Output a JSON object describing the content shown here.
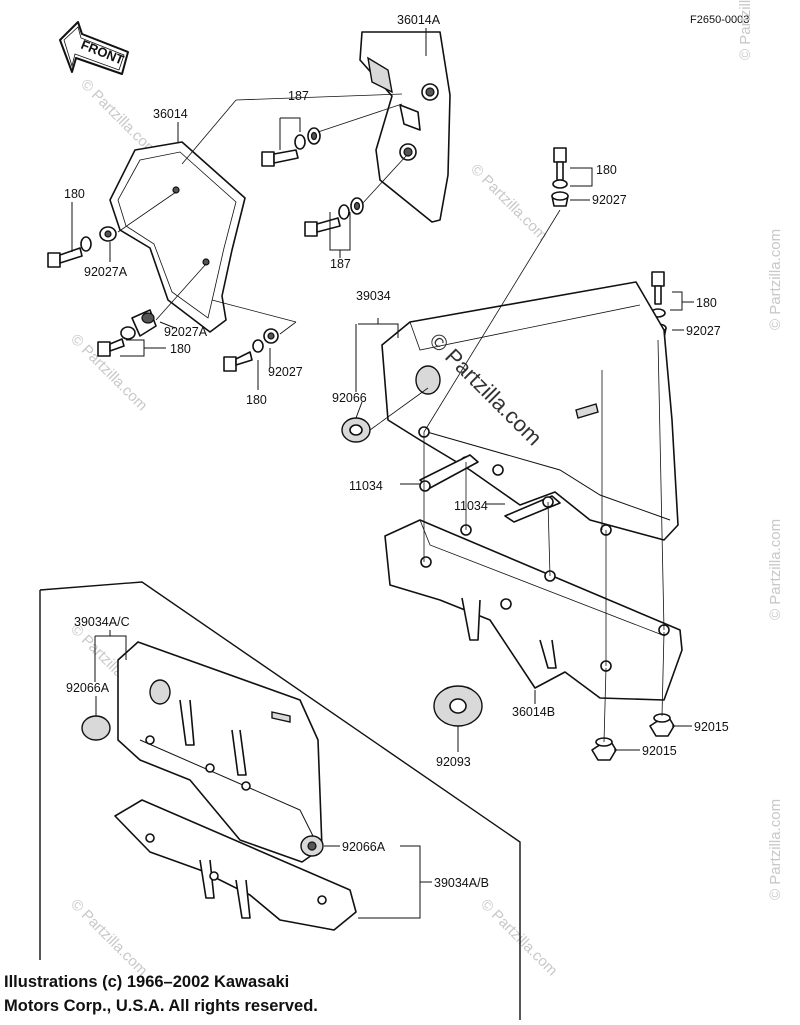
{
  "diagram_code": "F2650-0003",
  "front_label": "FRONT",
  "copyright": {
    "line1": "Illustrations (c) 1966–2002 Kawasaki",
    "line2": "Motors Corp., U.S.A.  All rights reserved."
  },
  "watermark": "© Partzilla.com",
  "watermark_center": "© Partzilla.com",
  "callouts": {
    "p36014A": "36014A",
    "p36014": "36014",
    "p187_top": "187",
    "p187_mid": "187",
    "p180_left": "180",
    "p92027A_left": "92027A",
    "p92027A_low": "92027A",
    "p180_lowleft": "180",
    "p92027_lowmid": "92027",
    "p180_bottom": "180",
    "p180_right_top": "180",
    "p92027_right_top": "92027",
    "p39034": "39034",
    "p180_right_mid": "180",
    "p92027_right_mid": "92027",
    "p92066": "92066",
    "p11034_a": "11034",
    "p11034_b": "11034",
    "p39034AC": "39034A/C",
    "p92066A_left": "92066A",
    "p36014B": "36014B",
    "p92093": "92093",
    "p92015_a": "92015",
    "p92015_b": "92015",
    "p92066A_right": "92066A",
    "p39034AB": "39034A/B"
  }
}
